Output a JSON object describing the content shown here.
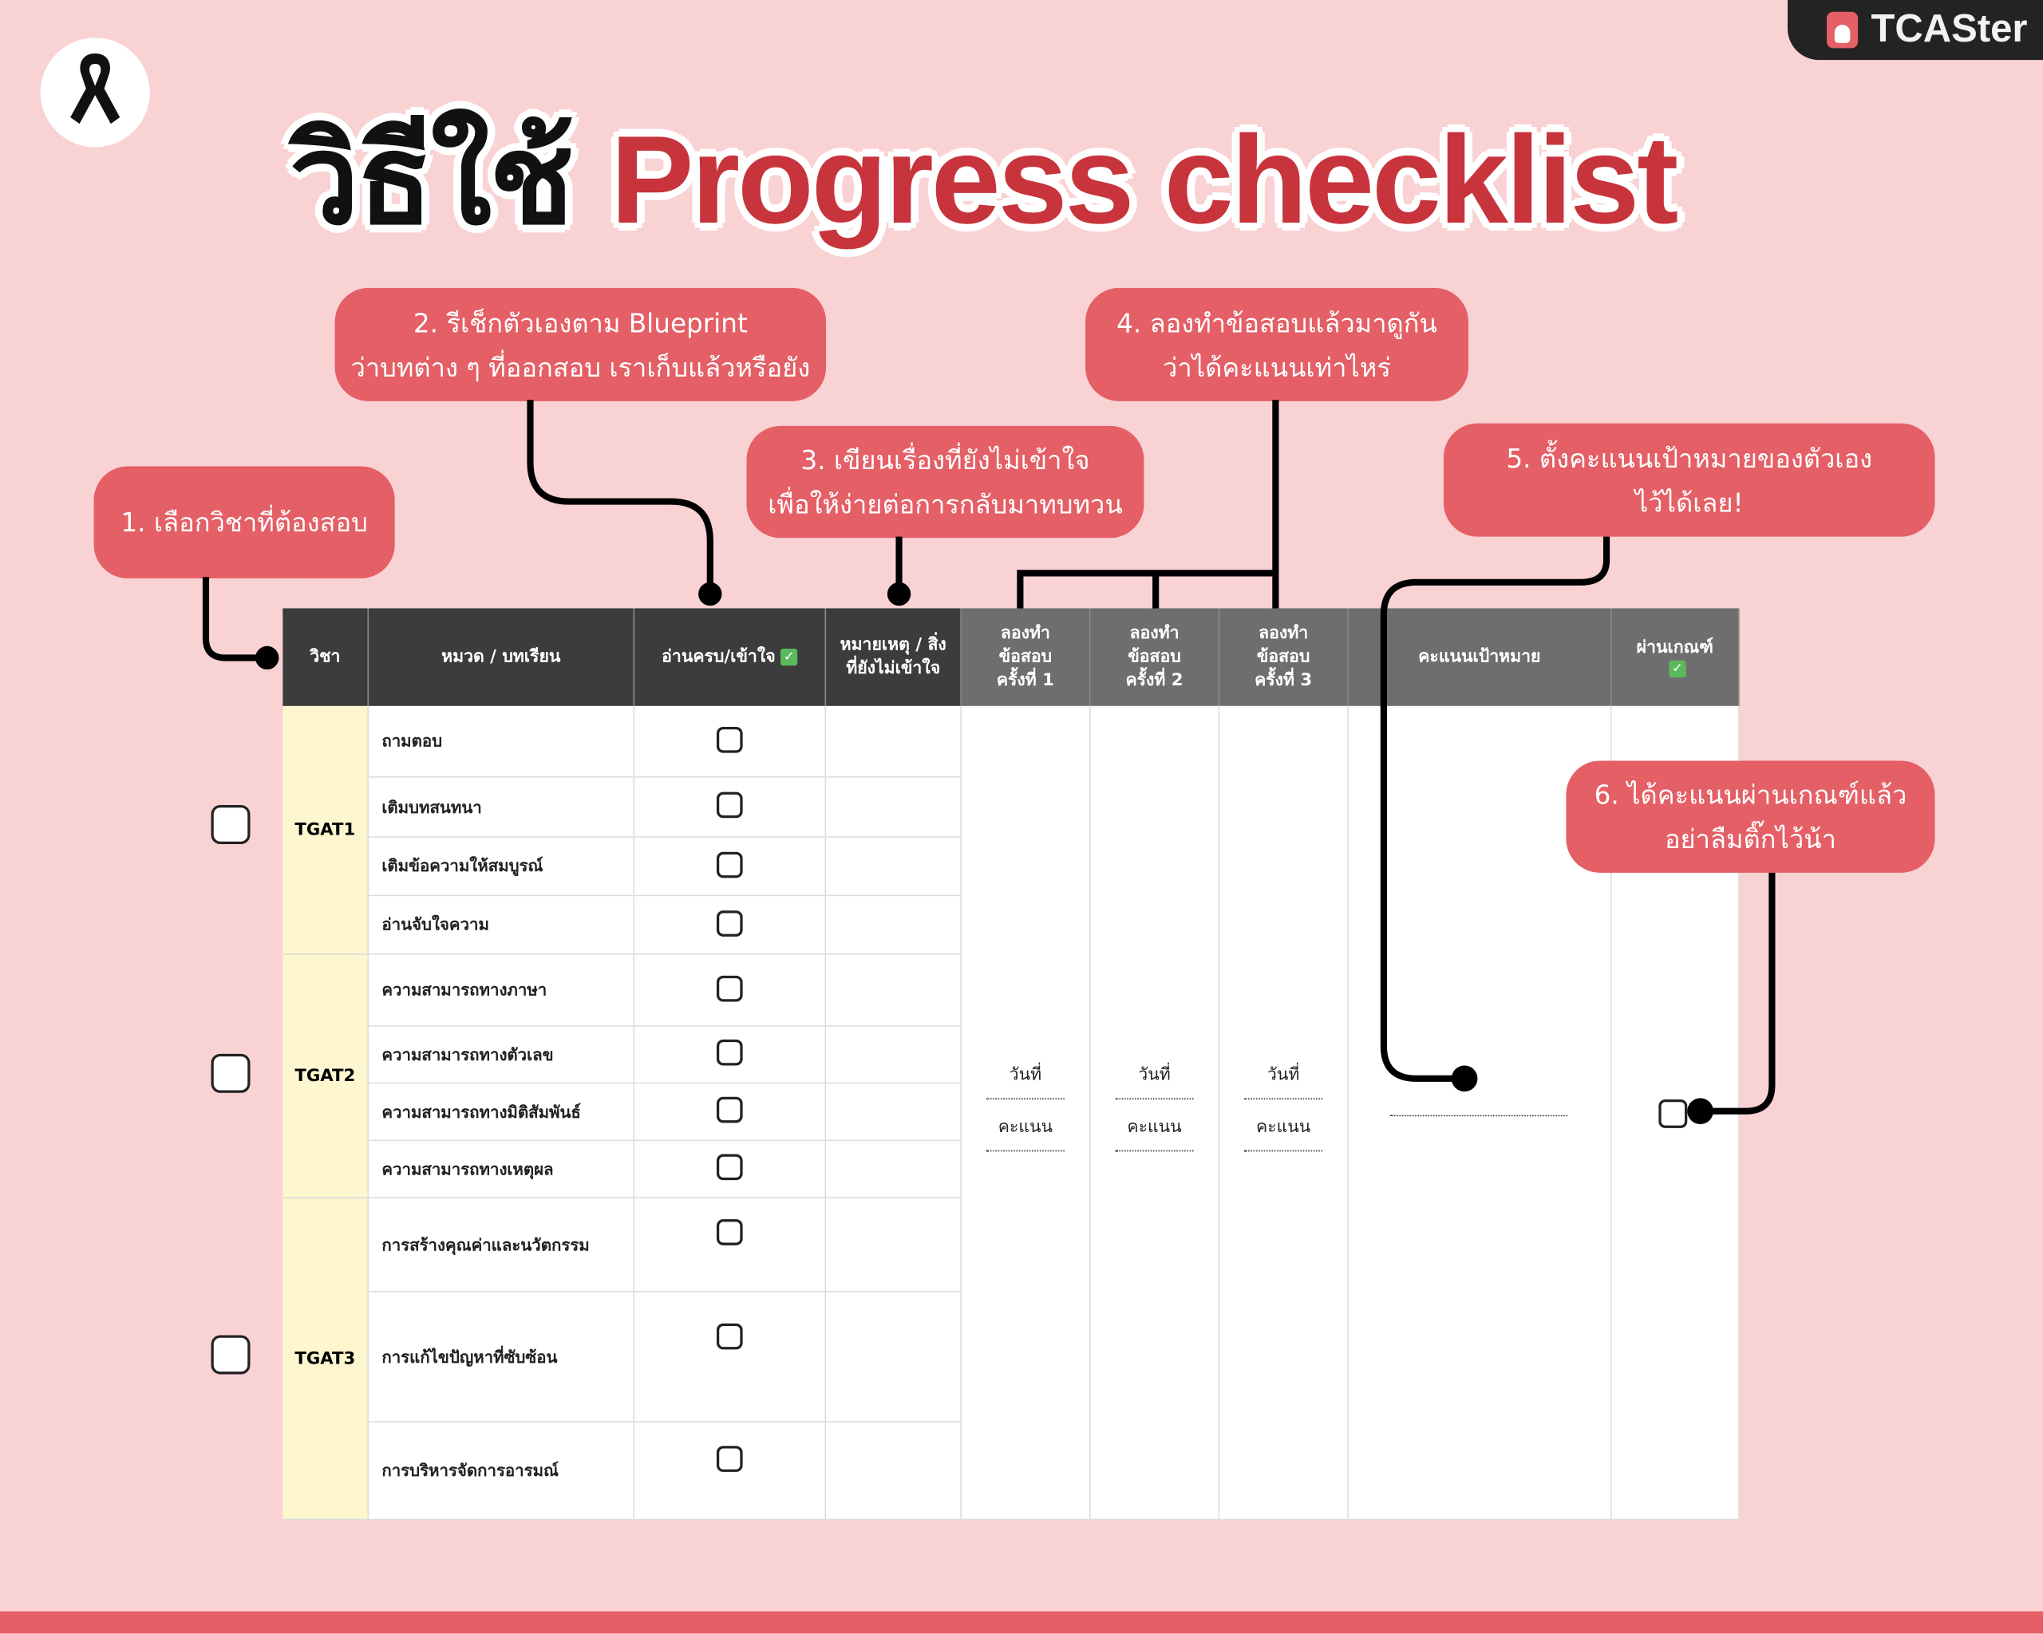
{
  "brand": {
    "name": "TCASter"
  },
  "title": {
    "thai": "วิธีใช้",
    "english": "Progress checklist"
  },
  "callouts": [
    {
      "lines": [
        "1. เลือกวิชาที่ต้องสอบ"
      ]
    },
    {
      "lines": [
        "2. รีเช็กตัวเองตาม Blueprint",
        "ว่าบทต่าง ๆ ที่ออกสอบ เราเก็บแล้วหรือยัง"
      ]
    },
    {
      "lines": [
        "3. เขียนเรื่องที่ยังไม่เข้าใจ",
        "เพื่อให้ง่ายต่อการกลับมาทบทวน"
      ]
    },
    {
      "lines": [
        "4. ลองทำข้อสอบแล้วมาดูกัน",
        "ว่าได้คะแนนเท่าไหร่"
      ]
    },
    {
      "lines": [
        "5. ตั้งคะแนนเป้าหมายของตัวเอง",
        "ไว้ได้เลย!"
      ]
    },
    {
      "lines": [
        "6. ได้คะแนนผ่านเกณฑ์แล้ว",
        "อย่าลืมติ๊กไว้น้า"
      ]
    }
  ],
  "table": {
    "headers": {
      "subject": "วิชา",
      "topic": "หมวด / บทเรียน",
      "read": "อ่านครบ/เข้าใจ",
      "check": "✓",
      "note": "หมายเหตุ / สิ่งที่ยังไม่เข้าใจ",
      "try1": "ลองทำ ข้อสอบ ครั้งที่ 1",
      "try2": "ลองทำ ข้อสอบ ครั้งที่ 2",
      "try3": "ลองทำ ข้อสอบ ครั้งที่ 3",
      "target": "คะแนนเป้าหมาย",
      "pass": "ผ่านเกณฑ์"
    },
    "subjects": [
      {
        "name": "TGAT1",
        "topics": [
          "ถามตอบ",
          "เติมบทสนทนา",
          "เติมข้อความให้สมบูรณ์",
          "อ่านจับใจความ"
        ]
      },
      {
        "name": "TGAT2",
        "topics": [
          "ความสามารถทางภาษา",
          "ความสามารถทางตัวเลข",
          "ความสามารถทางมิติสัมพันธ์",
          "ความสามารถทางเหตุผล"
        ]
      },
      {
        "name": "TGAT3",
        "topics": [
          "การสร้างคุณค่าและนวัตกรรม",
          "การแก้ไขปัญหาที่ซับซ้อน",
          "การบริหารจัดการอารมณ์"
        ]
      }
    ],
    "date_label": "วันที่",
    "score_label": "คะแนน"
  },
  "colors": {
    "accent": "#e45f66",
    "title_red": "#c7343c",
    "header_dark": "#3c3c3c",
    "header_grey": "#6e6e6e",
    "subject_bg": "#fdf6cf",
    "background": "#f9d2d4"
  }
}
